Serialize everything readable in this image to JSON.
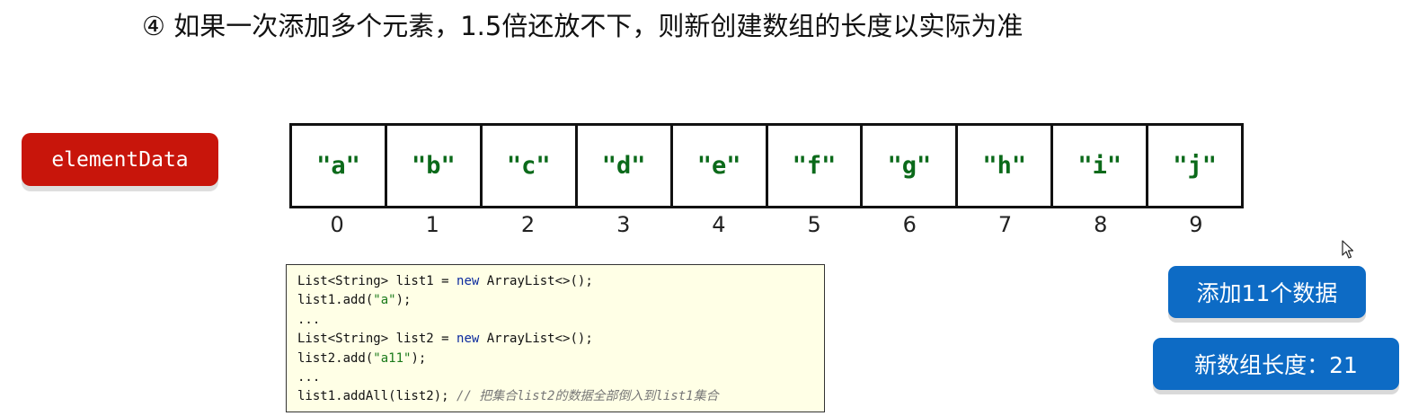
{
  "title": "④  如果一次添加多个元素，1.5倍还放不下，则新创建数组的长度以实际为准",
  "array_label": "elementData",
  "cells": [
    "\"a\"",
    "\"b\"",
    "\"c\"",
    "\"d\"",
    "\"e\"",
    "\"f\"",
    "\"g\"",
    "\"h\"",
    "\"i\"",
    "\"j\""
  ],
  "indices": [
    "0",
    "1",
    "2",
    "3",
    "4",
    "5",
    "6",
    "7",
    "8",
    "9"
  ],
  "code": {
    "l1_a": "List<String> list1 = ",
    "l1_kw": "new",
    "l1_b": " ArrayList<>();",
    "l2_a": "list1.add(",
    "l2_str": "\"a\"",
    "l2_b": ");",
    "l3": "...",
    "l4_a": "List<String> list2 = ",
    "l4_kw": "new",
    "l4_b": " ArrayList<>();",
    "l5_a": "list2.add(",
    "l5_str": "\"a11\"",
    "l5_b": ");",
    "l6": "...",
    "l7_a": "list1.addAll(list2); ",
    "l7_comment": "// 把集合list2的数据全部倒入到list1集合"
  },
  "buttons": {
    "add_label": "添加11个数据",
    "length_label": "新数组长度：21"
  },
  "colors": {
    "label_bg": "#c8150b",
    "cell_text": "#0b6a1a",
    "button_bg": "#0d6bc5",
    "code_bg": "#ffffe6"
  },
  "icons": {
    "cursor": "mouse-pointer-icon"
  }
}
